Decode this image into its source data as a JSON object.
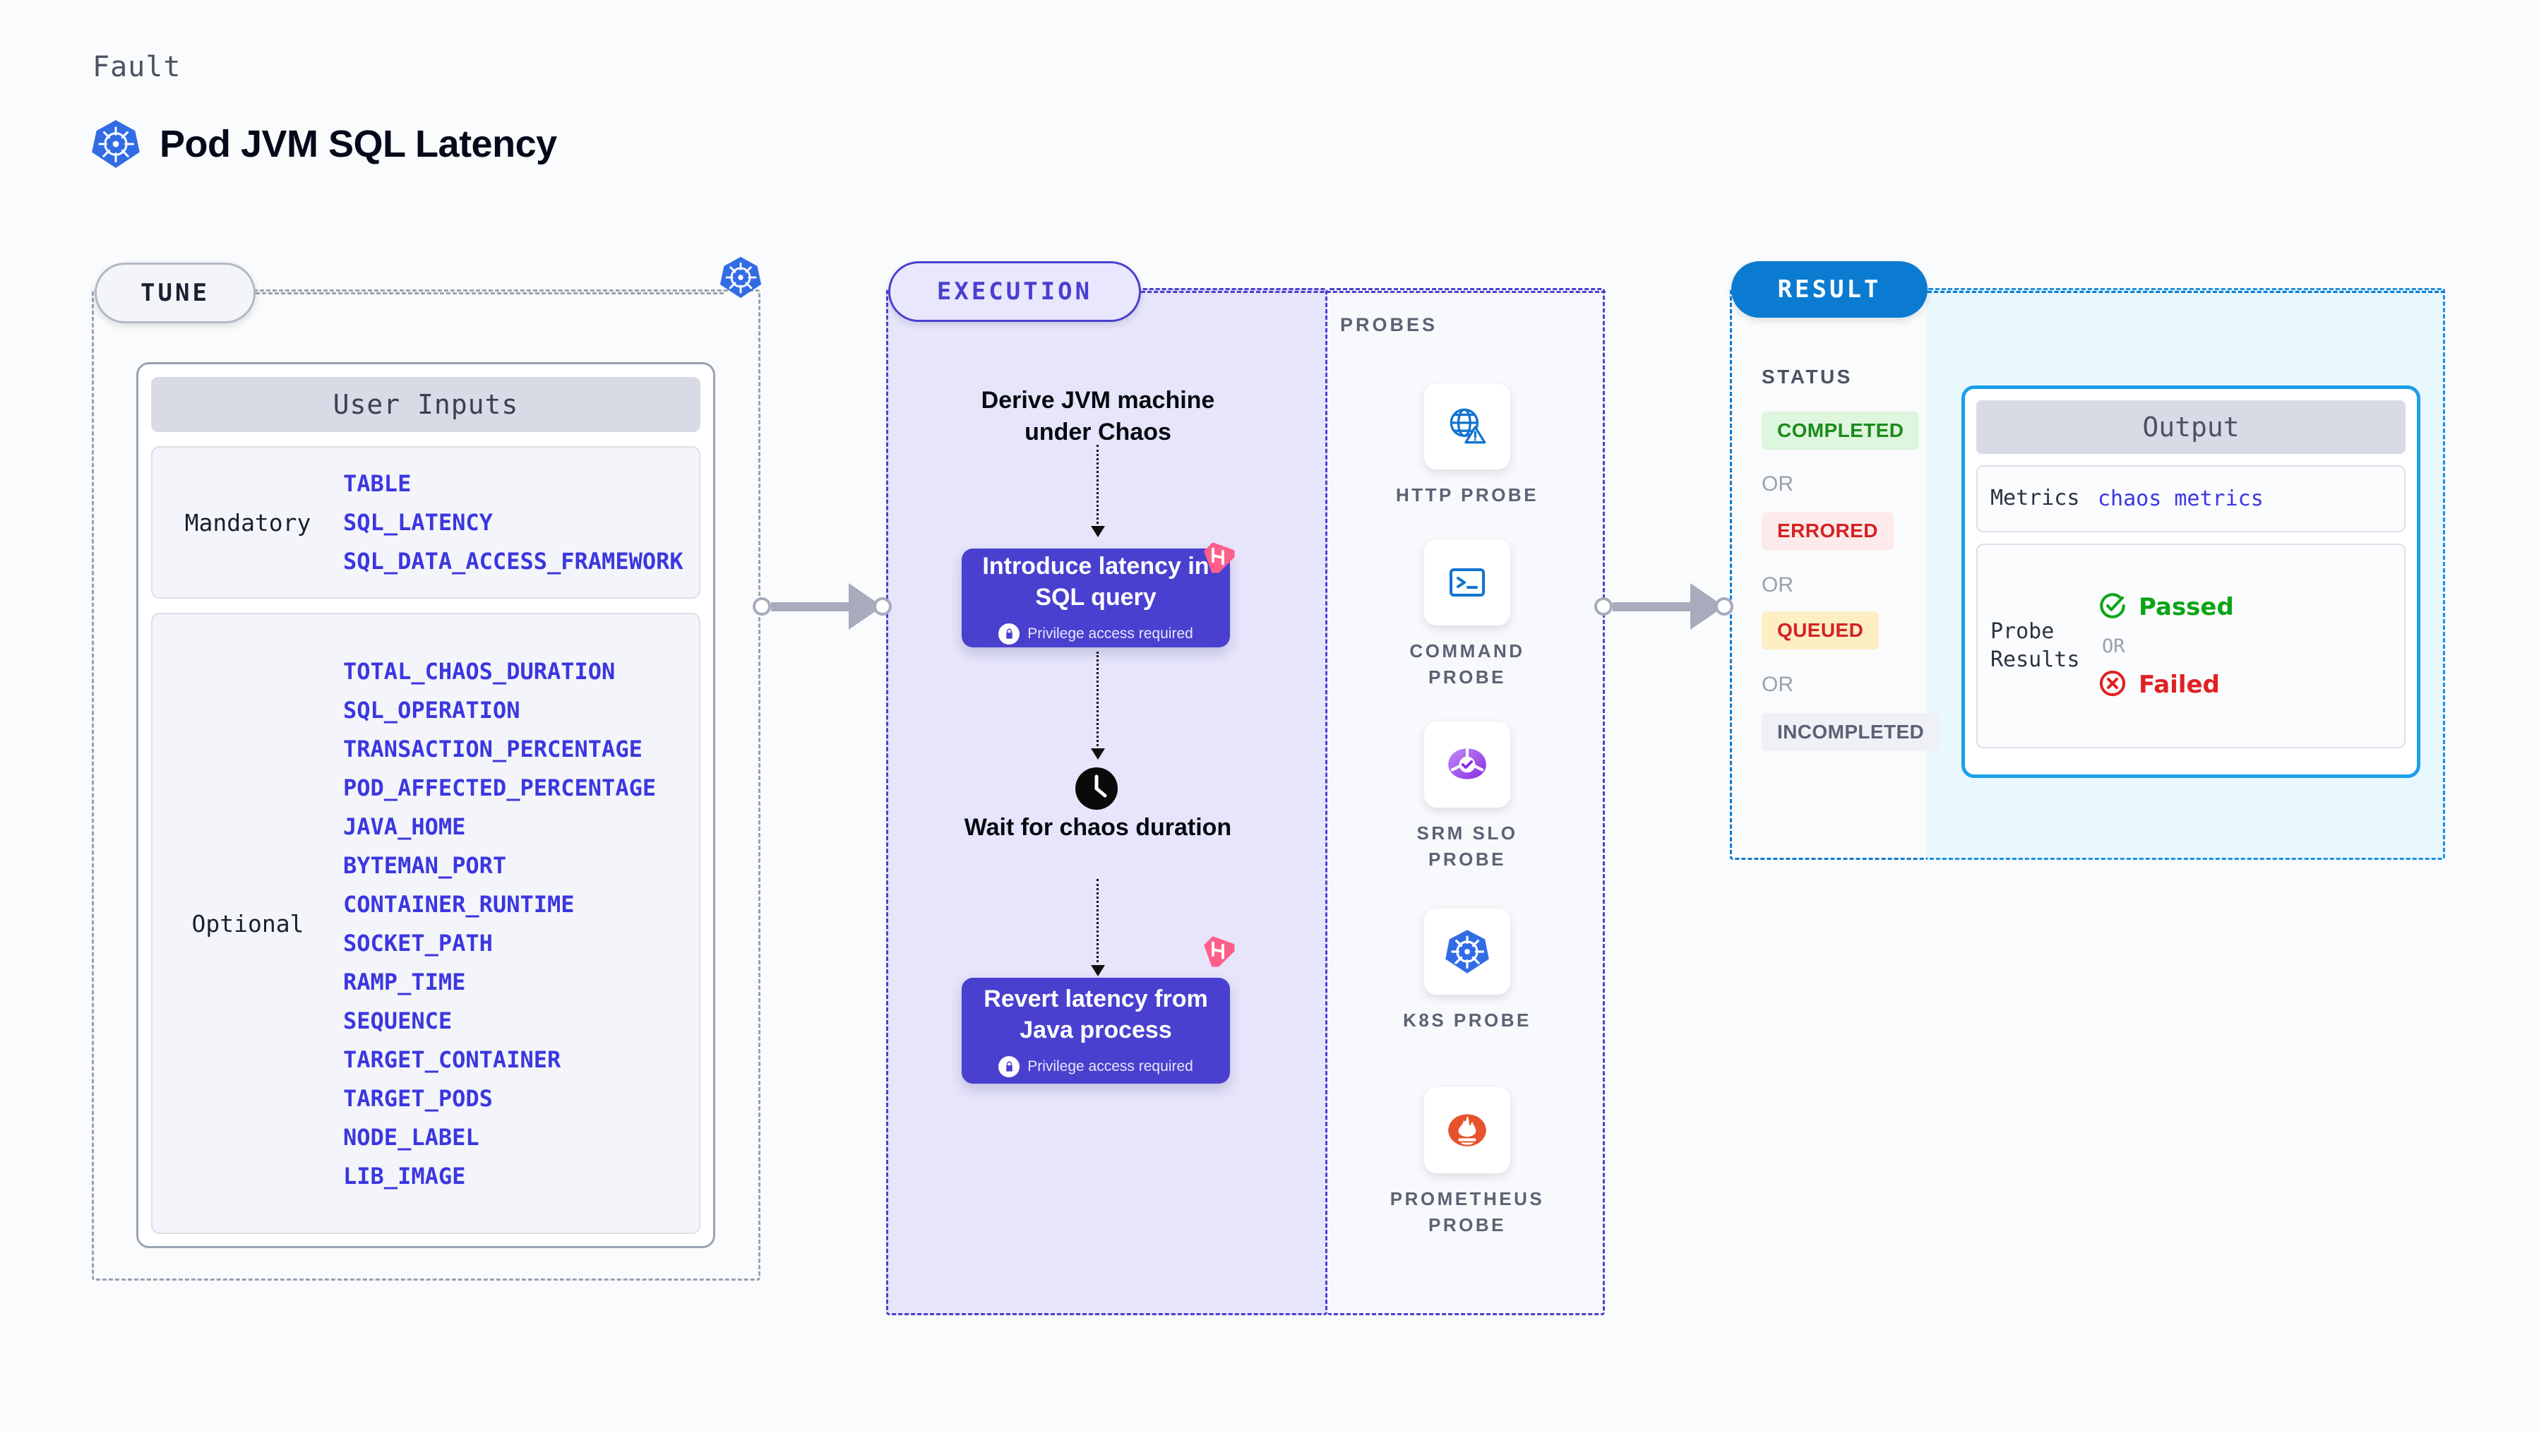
{
  "header": {
    "kicker": "Fault",
    "title": "Pod JVM SQL Latency",
    "logo_icon": "kubernetes-icon"
  },
  "tune": {
    "pill_label": "TUNE",
    "badge_icon": "kubernetes-icon",
    "card_title": "User Inputs",
    "groups": [
      {
        "label": "Mandatory",
        "params": [
          "TABLE",
          "SQL_LATENCY",
          "SQL_DATA_ACCESS_FRAMEWORK"
        ]
      },
      {
        "label": "Optional",
        "params": [
          "TOTAL_CHAOS_DURATION",
          "SQL_OPERATION",
          "TRANSACTION_PERCENTAGE",
          "POD_AFFECTED_PERCENTAGE",
          "JAVA_HOME",
          "BYTEMAN_PORT",
          "CONTAINER_RUNTIME",
          "SOCKET_PATH",
          "RAMP_TIME",
          "SEQUENCE",
          "TARGET_CONTAINER",
          "TARGET_PODS",
          "NODE_LABEL",
          "LIB_IMAGE"
        ]
      }
    ]
  },
  "execution": {
    "pill_label": "EXECUTION",
    "step_derive": "Derive JVM machine under Chaos",
    "step_introduce_title": "Introduce latency in SQL query",
    "step_introduce_note": "Privilege access required",
    "step_wait": "Wait for chaos duration",
    "step_revert_title": "Revert latency from Java process",
    "step_revert_note": "Privilege access required",
    "clock_icon": "clock-icon",
    "lock_icon": "lock-icon",
    "harness_icon": "harness-logo-icon"
  },
  "probes": {
    "title": "PROBES",
    "items": [
      {
        "label": "HTTP PROBE",
        "icon": "globe-warning-icon"
      },
      {
        "label": "COMMAND PROBE",
        "icon": "terminal-icon"
      },
      {
        "label": "SRM SLO PROBE",
        "icon": "srm-slo-icon"
      },
      {
        "label": "K8S PROBE",
        "icon": "kubernetes-icon"
      },
      {
        "label": "PROMETHEUS PROBE",
        "icon": "prometheus-icon"
      }
    ]
  },
  "result": {
    "pill_label": "RESULT",
    "status_title": "STATUS",
    "or_label": "OR",
    "statuses": [
      {
        "label": "COMPLETED",
        "bg": "#ddf6dd",
        "fg": "#1c8a1c"
      },
      {
        "label": "ERRORED",
        "bg": "#fdeaea",
        "fg": "#d32222"
      },
      {
        "label": "QUEUED",
        "bg": "#fdeec4",
        "fg": "#d32222"
      },
      {
        "label": "INCOMPLETED",
        "bg": "#f0f1f6",
        "fg": "#5c6274"
      }
    ]
  },
  "output": {
    "title": "Output",
    "metrics_key": "Metrics",
    "metrics_value": "chaos metrics",
    "probe_results_key": "Probe Results",
    "passed_label": "Passed",
    "failed_label": "Failed",
    "or_label": "OR",
    "pass_icon": "check-circle-icon",
    "fail_icon": "x-circle-icon"
  },
  "colors": {
    "accent_purple": "#4940cf",
    "accent_blue": "#0a7bd1",
    "param_blue": "#3b37e0",
    "harness_pink": "#ff6c8f",
    "k8s_blue": "#326ce5"
  }
}
